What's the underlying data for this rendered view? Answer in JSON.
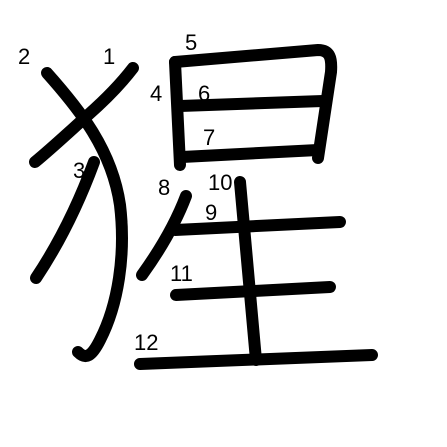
{
  "character": {
    "glyph": "猩",
    "stroke_color": "#000000",
    "background": "#ffffff",
    "stroke_numbers": [
      "1",
      "2",
      "3",
      "4",
      "5",
      "6",
      "7",
      "8",
      "9",
      "10",
      "11",
      "12"
    ]
  }
}
